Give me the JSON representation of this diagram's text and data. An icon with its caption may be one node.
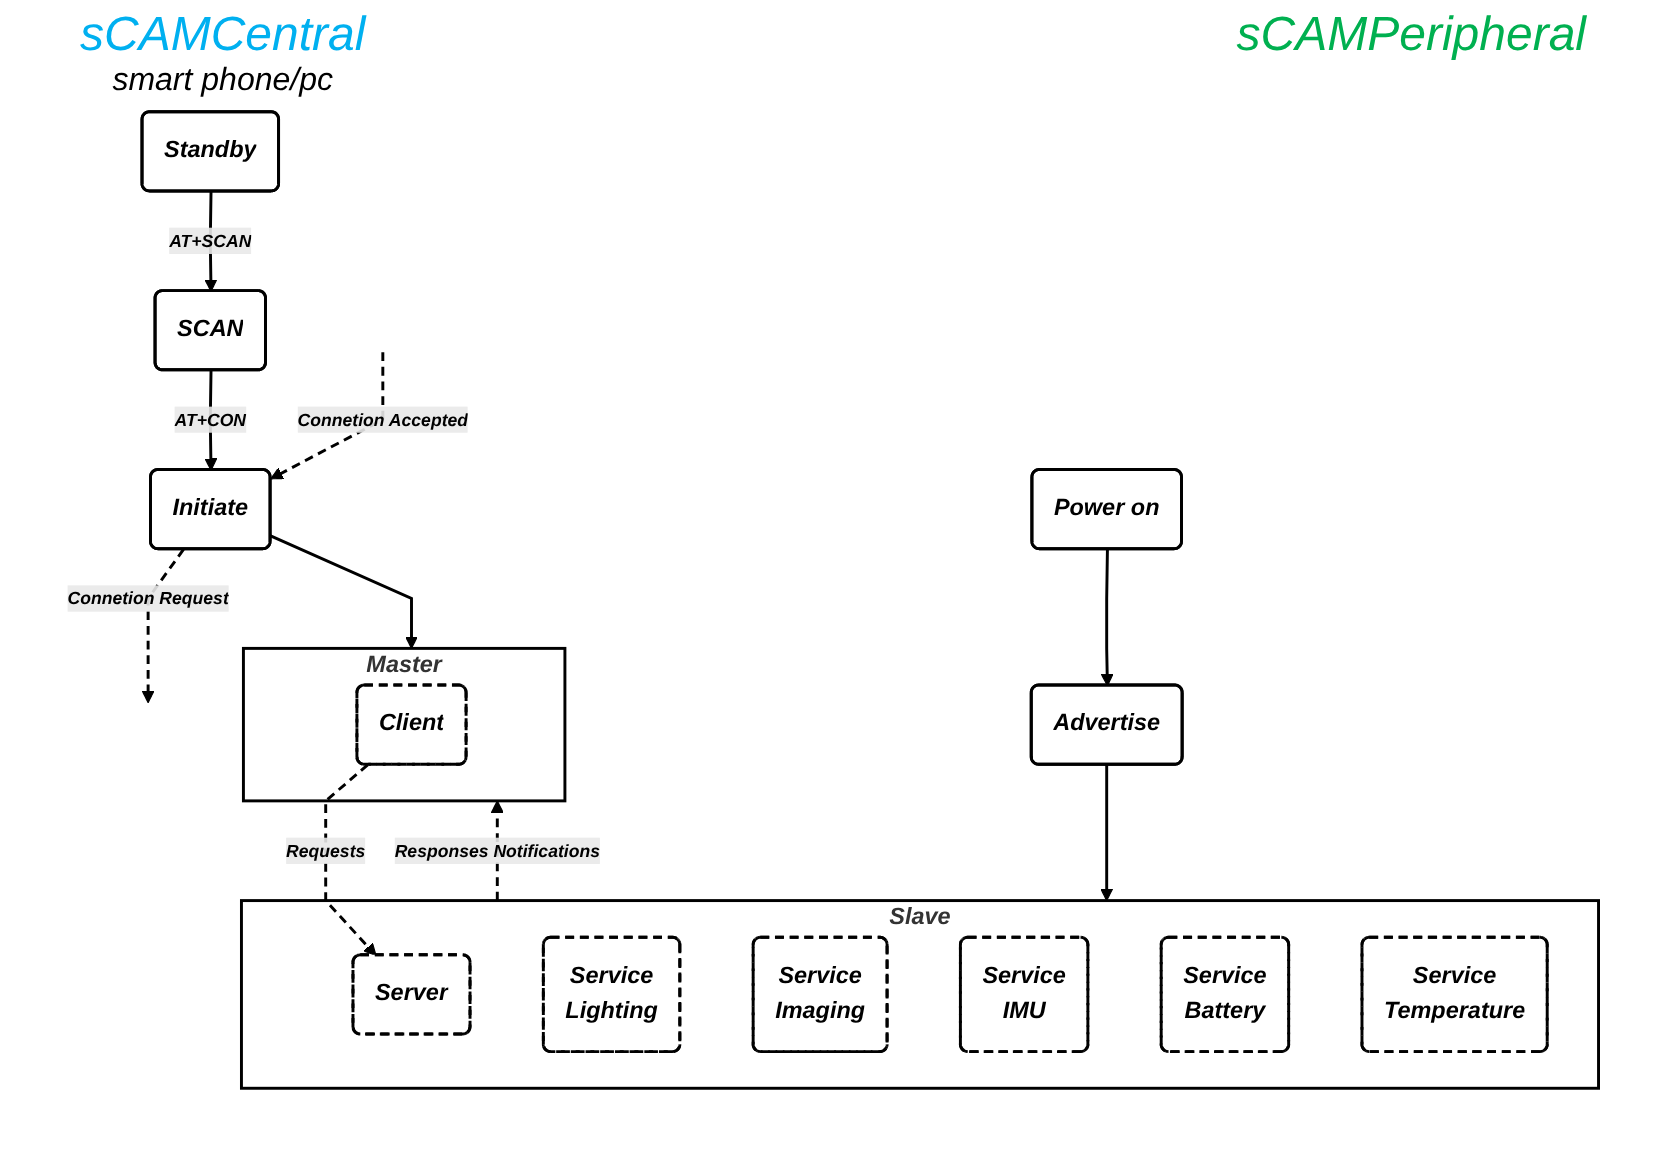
{
  "diagram": {
    "nodes": [
      {
        "text": [
          "Standby"
        ]
      },
      {
        "text": [
          "SCAN"
        ]
      },
      {
        "text": [
          "Initiate"
        ]
      },
      {
        "text": [
          "Master"
        ]
      },
      {
        "text": [
          "Client"
        ],
        "in": 3
      },
      {
        "text": [
          "Power on"
        ]
      },
      {
        "text": [
          "Advertise"
        ]
      },
      {
        "text": [
          "Slave"
        ]
      },
      {
        "text": [
          "Server"
        ],
        "in": 7
      },
      {
        "text": [
          "Service",
          "Lighting"
        ],
        "in": 7
      },
      {
        "text": [
          "Service",
          "Imaging"
        ],
        "in": 7
      },
      {
        "text": [
          "Service",
          "IMU"
        ],
        "in": 7
      },
      {
        "text": [
          "Service",
          "Battery"
        ],
        "in": 7
      },
      {
        "text": [
          "Service",
          "Temperature"
        ],
        "in": 7
      }
    ],
    "edges": [
      {
        "from": 0,
        "to": 1,
        "arrow": "to",
        "label": "AT+SCAN"
      },
      {
        "from": 1,
        "to": 2,
        "arrow": "to",
        "label": "AT+CON"
      },
      {
        "from": 2,
        "to": 3,
        "arrow": "to"
      },
      {
        "from": 5,
        "to": 6,
        "arrow": "to"
      },
      {
        "from": 6,
        "to": 7,
        "arrow": "to"
      },
      {
        "from": 2,
        "to": null,
        "arrow": "to",
        "label": "Connetion Request",
        "style": "dashed"
      },
      {
        "from": null,
        "to": 2,
        "arrow": "to",
        "label": "Connetion Accepted",
        "style": "dashed"
      },
      {
        "from": 4,
        "to": 8,
        "arrow": "to",
        "label": "Requests",
        "style": "dashed"
      },
      {
        "from": 7,
        "to": 3,
        "arrow": "to",
        "label": "Responses Notifications",
        "style": "dashed"
      }
    ],
    "labels": [
      "sCAMCentral",
      "smart phone/pc",
      "sCAMPeripheral"
    ]
  }
}
